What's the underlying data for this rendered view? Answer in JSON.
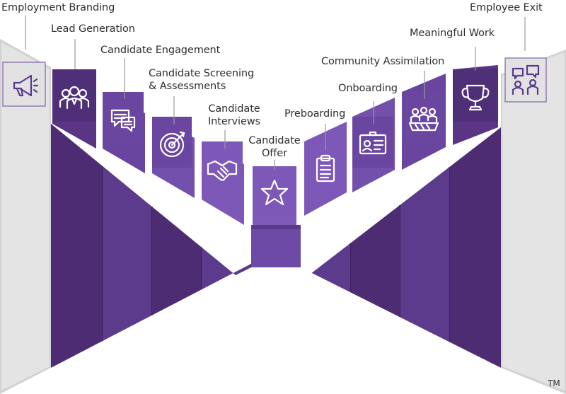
{
  "colors": {
    "panel_dark": "#4f2f78",
    "panel_mid": "#6a46a0",
    "panel_light": "#7e58b8",
    "wall_gray": "#dcdcdc",
    "leader": "#9a9a9a",
    "text": "#2e2e2e"
  },
  "stages": [
    {
      "label": "Employment Branding",
      "icon": "megaphone-icon"
    },
    {
      "label": "Lead Generation",
      "icon": "people-group-icon"
    },
    {
      "label": "Candidate Engagement",
      "icon": "chat-bubbles-icon"
    },
    {
      "label": "Candidate Screening\n& Assessments",
      "icon": "target-icon"
    },
    {
      "label": "Candidate\nInterviews",
      "icon": "handshake-icon"
    },
    {
      "label": "Candidate\nOffer",
      "icon": "star-icon"
    },
    {
      "label": "Preboarding",
      "icon": "clipboard-icon"
    },
    {
      "label": "Onboarding",
      "icon": "id-badge-icon"
    },
    {
      "label": "Community Assimilation",
      "icon": "team-meeting-icon"
    },
    {
      "label": "Meaningful Work",
      "icon": "trophy-icon"
    },
    {
      "label": "Employee Exit",
      "icon": "conversation-icon"
    }
  ],
  "trademark": "TM"
}
